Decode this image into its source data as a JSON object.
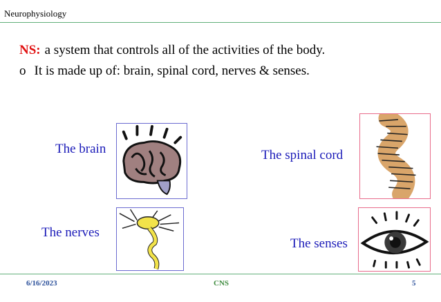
{
  "header": {
    "title": "Neurophysiology"
  },
  "content": {
    "ns_label": "NS:",
    "ns_definition": "a system that controls all of the activities of the body.",
    "bullet_symbol": "o",
    "made_up_of": "It is made up of: brain, spinal cord, nerves & senses."
  },
  "images": {
    "brain": {
      "caption": "The brain",
      "icon": "brain-icon"
    },
    "spinal_cord": {
      "caption": "The spinal cord",
      "icon": "spinal-cord-icon"
    },
    "nerves": {
      "caption": "The nerves",
      "icon": "neuron-icon"
    },
    "senses": {
      "caption": "The senses",
      "icon": "eye-icon"
    }
  },
  "footer": {
    "date": "6/16/2023",
    "center": "CNS",
    "page": "5"
  },
  "colors": {
    "accent_red": "#e01010",
    "caption_blue": "#1a1ab8",
    "rule_green": "#5fae78",
    "footer_blue": "#2a4f9a",
    "footer_green": "#3d8a3d"
  }
}
